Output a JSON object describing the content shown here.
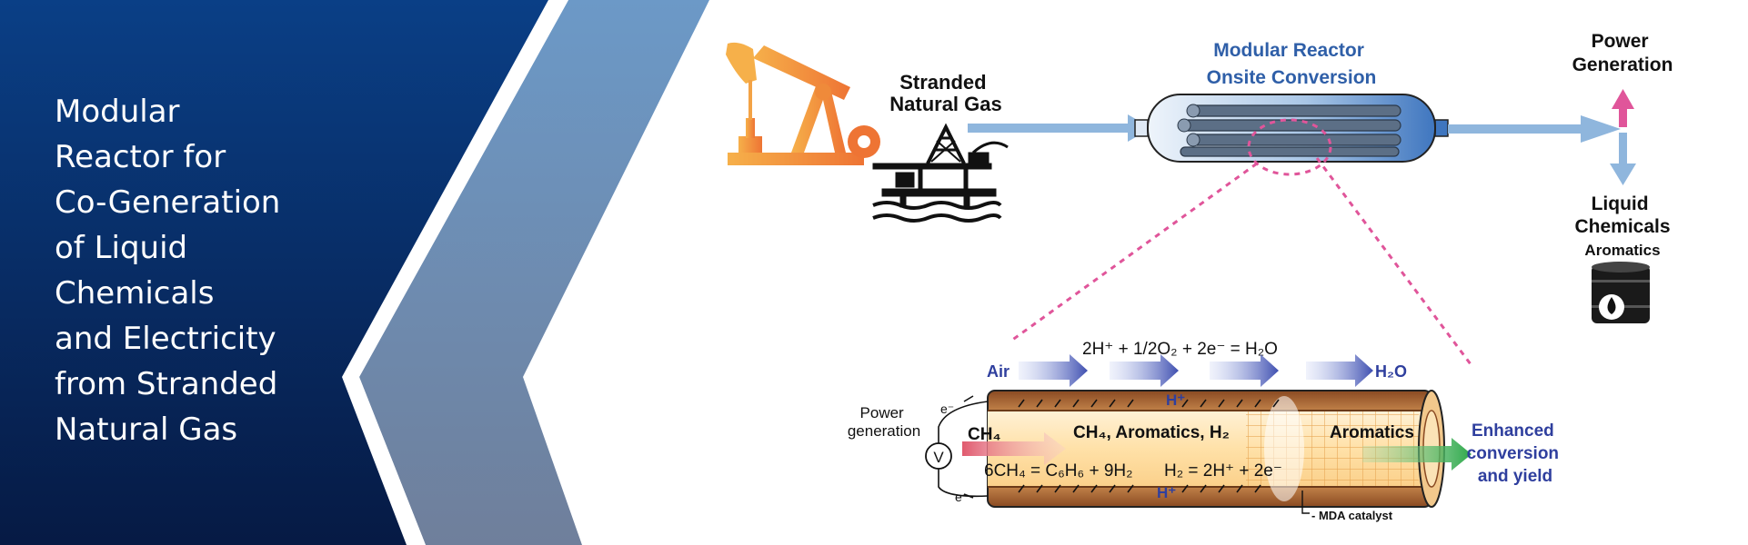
{
  "title": {
    "lines": [
      "Modular",
      "Reactor for",
      "Co-Generation",
      "of Liquid",
      "Chemicals",
      "and Electricity",
      "from Stranded",
      "Natural Gas"
    ]
  },
  "colors": {
    "navy": "#0b2a63",
    "steel_blue": "#6a8fb8",
    "orange": "#f08a3c",
    "flow_arrow": "#8fb6dd",
    "pink": "#e0559a",
    "reactor_blue": "#2f5fa8",
    "label_blue": "#3b5aa8"
  },
  "top": {
    "source_line1": "Stranded",
    "source_line2": "Natural Gas",
    "reactor_line1": "Modular  Reactor",
    "reactor_line2": "Onsite Conversion",
    "power_line1": "Power",
    "power_line2": "Generation",
    "liquid_line1": "Liquid",
    "liquid_line2": "Chemicals",
    "aromatics": "Aromatics"
  },
  "detail": {
    "top_equation": "2H⁺ + 1/2O₂ + 2e⁻ = H₂O",
    "air": "Air",
    "h2o_out": "H₂O",
    "power_line1": "Power",
    "power_line2": "generation",
    "e_top": "e⁻",
    "e_bottom": "e⁻",
    "voltmeter": "V",
    "h_plus_top": "H⁺",
    "h_plus_bottom": "H⁺",
    "ch4_in": "CH₄",
    "middle_species": "CH₄, Aromatics, H₂",
    "aromatics_out": "Aromatics",
    "reaction1": "6CH₄ = C₆H₆ + 9H₂",
    "reaction2": "H₂ = 2H⁺ + 2e⁻",
    "enhanced_line1": "Enhanced",
    "enhanced_line2": "conversion",
    "enhanced_line3": "and yield",
    "catalyst": "- MDA catalyst"
  }
}
